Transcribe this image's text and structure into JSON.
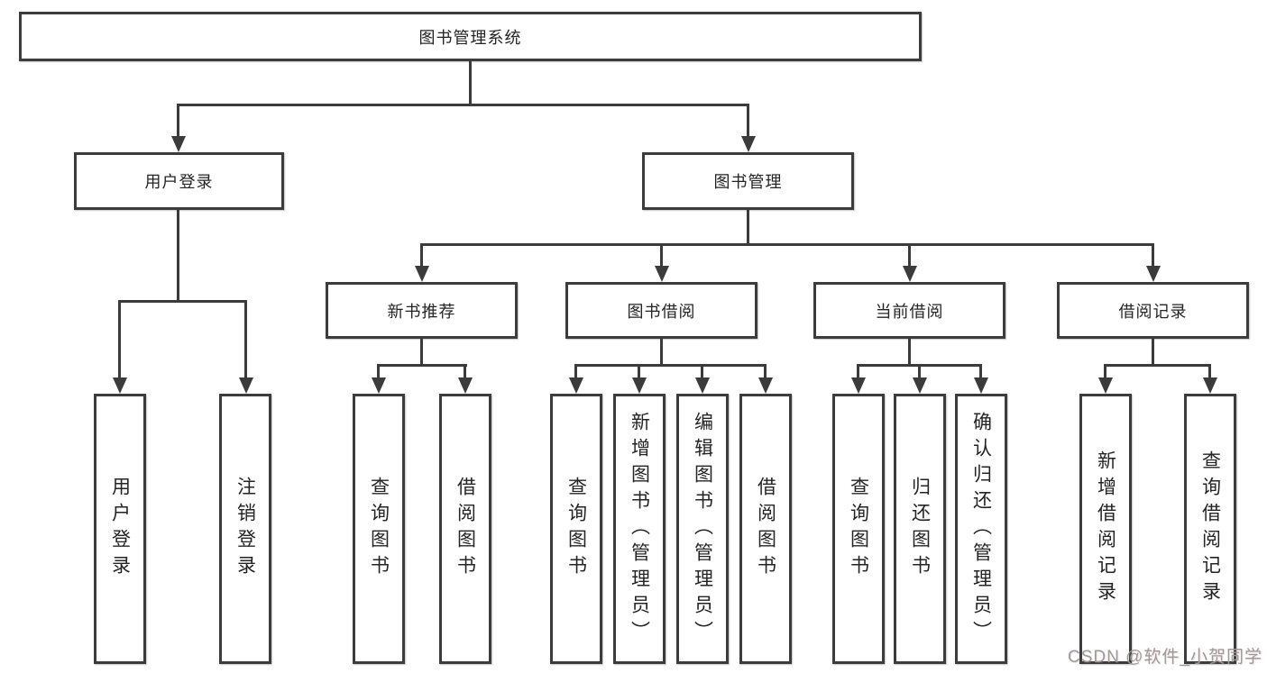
{
  "nodes": {
    "root": "图书管理系统",
    "user_login": "用户登录",
    "book_mgmt": "图书管理",
    "new_book_rec": "新书推荐",
    "book_borrow": "图书借阅",
    "current_borrow": "当前借阅",
    "borrow_record": "借阅记录",
    "a1": "用户登录",
    "a2": "注销登录",
    "b1": "查询图书",
    "b2": "借阅图书",
    "c1": "查询图书",
    "c2": "新增图书（管理员）",
    "c3": "编辑图书（管理员）",
    "c4": "借阅图书",
    "d1": "查询图书",
    "d2": "归还图书",
    "d3": "确认归还（管理员）",
    "e1": "新增借阅记录",
    "e2": "查询借阅记录"
  },
  "hierarchy": {
    "图书管理系统": {
      "用户登录": [
        "用户登录",
        "注销登录"
      ],
      "图书管理": {
        "新书推荐": [
          "查询图书",
          "借阅图书"
        ],
        "图书借阅": [
          "查询图书",
          "新增图书（管理员）",
          "编辑图书（管理员）",
          "借阅图书"
        ],
        "当前借阅": [
          "查询图书",
          "归还图书",
          "确认归还（管理员）"
        ],
        "借阅记录": [
          "新增借阅记录",
          "查询借阅记录"
        ]
      }
    }
  },
  "watermark": "CSDN @软件_小贺同学",
  "colors": {
    "line": "#3b3b3b",
    "box_border": "#3c3c3c",
    "text": "#242424",
    "watermark": "#9b9b9b",
    "background": "#ffffff"
  }
}
